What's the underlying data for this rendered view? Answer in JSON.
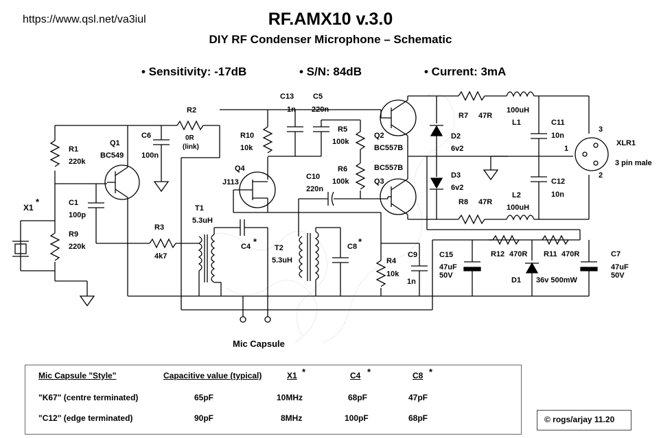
{
  "header": {
    "url": "https://www.qsl.net/va3iul",
    "title": "RF.AMX10 v.3.0",
    "subtitle": "DIY RF Condenser Microphone – Schematic"
  },
  "specs": [
    "• Sensitivity: -17dB",
    "• S/N: 84dB",
    "• Current: 3mA"
  ],
  "schematic": {
    "labels": {
      "r1": "R1",
      "r1_val": "220k",
      "q1": "Q1",
      "q1_type": "BC549",
      "c1": "C1",
      "c1_val": "100p",
      "x1": "X1",
      "r9": "R9",
      "r9_val": "220k",
      "r3": "R3",
      "r3_val": "4k7",
      "c6": "C6",
      "c6_val": "100n",
      "r2": "R2",
      "r2_val": "0R",
      "r2_note": "(link)",
      "t1": "T1",
      "t1_val": "5.3uH",
      "c4": "C4",
      "r10": "R10",
      "r10_val": "10k",
      "q4": "Q4",
      "q4_type": "J113",
      "c13": "C13",
      "c13_val": "1n",
      "c5": "C5",
      "c5_val": "220n",
      "r5": "R5",
      "r5_val": "100k",
      "r6": "R6",
      "r6_val": "100k",
      "c10": "C10",
      "c10_val": "220n",
      "t2": "T2",
      "t2_val": "5.3uH",
      "c8": "C8",
      "r4": "R4",
      "r4_val": "10k",
      "c9": "C9",
      "c9_val": "1n",
      "q2": "Q2",
      "q2_type": "BC557B",
      "q3": "Q3",
      "q3_type": "BC557B",
      "r7": "R7",
      "r7_val": "47R",
      "r8": "R8",
      "r8_val": "47R",
      "d2": "D2",
      "d2_val": "6v2",
      "d3": "D3",
      "d3_val": "6v2",
      "l1": "L1",
      "l1_val": "100uH",
      "l2": "L2",
      "l2_val": "100uH",
      "c11": "C11",
      "c11_val": "10n",
      "c12": "C12",
      "c12_val": "10n",
      "xlr1": "XLR1",
      "xlr1_note": "3 pin male",
      "pin1": "1",
      "pin2": "2",
      "pin3": "3",
      "c15": "C15",
      "c15_val": "47uF",
      "c15_v": "50V",
      "r12": "R12",
      "r12_val": "470R",
      "r11": "R11",
      "r11_val": "470R",
      "d1": "D1",
      "d1_val": "36v 500mW",
      "c7": "C7",
      "c7_val": "47uF",
      "c7_v": "50V",
      "mic_capsule": "Mic Capsule",
      "star": "*"
    }
  },
  "table": {
    "headers": [
      "Mic Capsule \"Style\"",
      "Capacitive value (typical)",
      "X1",
      "C4",
      "C8"
    ],
    "rows": [
      [
        "\"K67\" (centre terminated)",
        "65pF",
        "10MHz",
        "68pF",
        "47pF"
      ],
      [
        "\"C12\" (edge terminated)",
        "90pF",
        "8MHz",
        "100pF",
        "68pF"
      ]
    ]
  },
  "footer": {
    "copyright": "© rogs/arjay 11.20"
  }
}
